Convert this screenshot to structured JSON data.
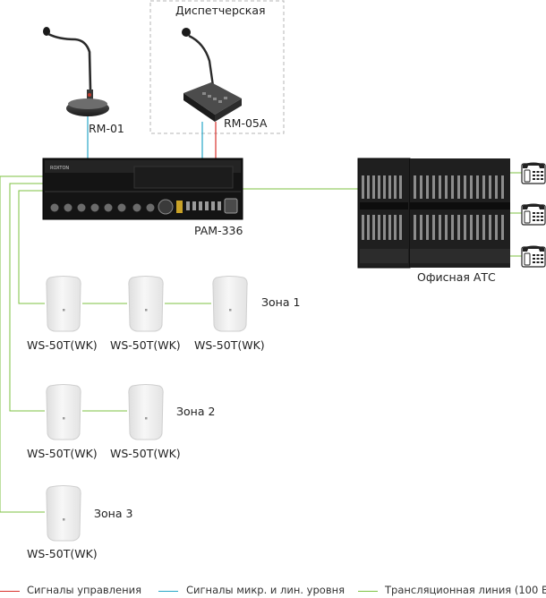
{
  "title": "",
  "dispatcher_room": {
    "label": "Диспетчерская"
  },
  "devices": {
    "rm01": {
      "label": "RM-01"
    },
    "rm05a": {
      "label": "RM-05A"
    },
    "amplifier": {
      "label": "PAM-336",
      "brand": "ROXTON"
    },
    "pbx": {
      "label": "Офисная АТС"
    }
  },
  "zones": [
    {
      "label": "Зона 1",
      "speakers": [
        "WS-50T(WK)",
        "WS-50T(WK)",
        "WS-50T(WK)"
      ]
    },
    {
      "label": "Зона 2",
      "speakers": [
        "WS-50T(WK)",
        "WS-50T(WK)"
      ]
    },
    {
      "label": "Зона 3",
      "speakers": [
        "WS-50T(WK)"
      ]
    }
  ],
  "legend": [
    {
      "label": "Сигналы управления",
      "color": "#d9312b"
    },
    {
      "label": "Сигналы микр. и лин. уровня",
      "color": "#27a6c7"
    },
    {
      "label": "Трансляционная линия (100 В)",
      "color": "#7dc242"
    }
  ],
  "colors": {
    "control": "#d9312b",
    "mic": "#27a6c7",
    "line100v": "#7dc242",
    "dashed_box": "#b5b5b5"
  },
  "icons": [
    "microphone-icon",
    "paging-console-icon",
    "amplifier-icon",
    "server-rack-icon",
    "telephone-icon",
    "speaker-icon"
  ]
}
